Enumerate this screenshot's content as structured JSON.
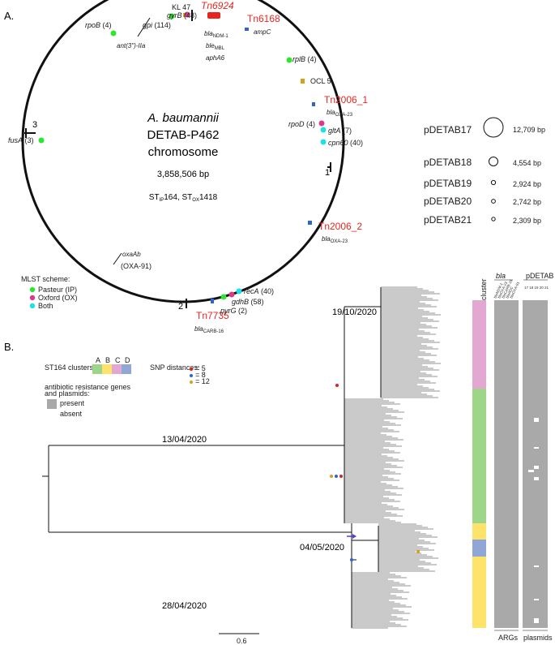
{
  "panel_a": {
    "label": "A.",
    "organism": "A. baumannii",
    "strain": "DETAB-P462",
    "molecule": "chromosome",
    "size": "3,858,506 bp",
    "st_ip": "ST",
    "st_ip_sub": "IP",
    "st_ip_val": "164, ST",
    "st_ox_sub": "OX",
    "st_ox_val": "1418",
    "positions": [
      "1",
      "2",
      "3"
    ],
    "kl": "KL 47",
    "ocl": "OCL 5",
    "transposons": [
      {
        "name": "Tn6924",
        "genes": [
          "bla",
          "NDM-1",
          "ble",
          "MBL",
          "aphA6"
        ]
      },
      {
        "name": "Tn6168",
        "genes": [
          "ampC"
        ]
      },
      {
        "name": "Tn2006_1",
        "genes": [
          "bla",
          "OXA-23"
        ]
      },
      {
        "name": "Tn2006_2",
        "genes": [
          "bla",
          "OXA-23"
        ]
      },
      {
        "name": "Tn7735",
        "genes": [
          "bla",
          "CARB-16"
        ]
      }
    ],
    "mlst_genes": [
      {
        "gene": "rpoB",
        "num": "(4)"
      },
      {
        "gene": "gpi",
        "num": "(114)"
      },
      {
        "gene": "gyrB",
        "num": "(48)"
      },
      {
        "gene": "rplB",
        "num": "(4)"
      },
      {
        "gene": "rpoD",
        "num": "(4)"
      },
      {
        "gene": "gltA",
        "num": "(7)"
      },
      {
        "gene": "cpn60",
        "num": "(40)"
      },
      {
        "gene": "fusA",
        "num": "(3)"
      },
      {
        "gene": "recA",
        "num": "(40)"
      },
      {
        "gene": "gdhB",
        "num": "(58)"
      },
      {
        "gene": "pyrG",
        "num": "(2)"
      }
    ],
    "other_genes": [
      "ant(3\")-IIa",
      "oxaAb",
      "(OXA-91)"
    ],
    "mlst_legend": {
      "title": "MLST scheme:",
      "items": [
        {
          "label": "Pasteur (IP)",
          "color": "#2ee62e"
        },
        {
          "label": "Oxford (OX)",
          "color": "#d63c8a"
        },
        {
          "label": "Both",
          "color": "#1fe0e8"
        }
      ]
    },
    "plasmids": [
      {
        "name": "pDETAB17",
        "size": "12,709 bp"
      },
      {
        "name": "pDETAB18",
        "size": "4,554 bp"
      },
      {
        "name": "pDETAB19",
        "size": "2,924 bp"
      },
      {
        "name": "pDETAB20",
        "size": "2,742 bp"
      },
      {
        "name": "pDETAB21",
        "size": "2,309 bp"
      }
    ]
  },
  "panel_b": {
    "label": "B.",
    "dates": [
      "19/10/2020",
      "13/04/2020",
      "04/05/2020",
      "28/04/2020"
    ],
    "clusters_label": "ST164 clusters:",
    "clusters": [
      {
        "name": "A",
        "color": "#9fd588"
      },
      {
        "name": "B",
        "color": "#fde36a"
      },
      {
        "name": "C",
        "color": "#e3a8d2"
      },
      {
        "name": "D",
        "color": "#8fa6d6"
      }
    ],
    "snp_label": "SNP distances:",
    "snp": [
      {
        "label": "= 5",
        "color": "#d8231e"
      },
      {
        "label": "= 8",
        "color": "#2f66c4"
      },
      {
        "label": "= 12",
        "color": "#d4a020"
      }
    ],
    "presence_title": "antibiotic resistance genes",
    "presence_title2": "and plasmids:",
    "present": "present",
    "absent": "absent",
    "col_cluster": "cluster",
    "col_bla": "bla",
    "col_pdetab": "pDETAB",
    "pdetab_nums": "17 18 19 20 21",
    "footer_args": "ARGs",
    "footer_plasmids": "plasmids",
    "scale": "0.6",
    "bla_genes": [
      "blaNDM-1",
      "blaOXA-23",
      "blaCARB-16",
      "blaADC",
      "blaOXA-91"
    ]
  }
}
